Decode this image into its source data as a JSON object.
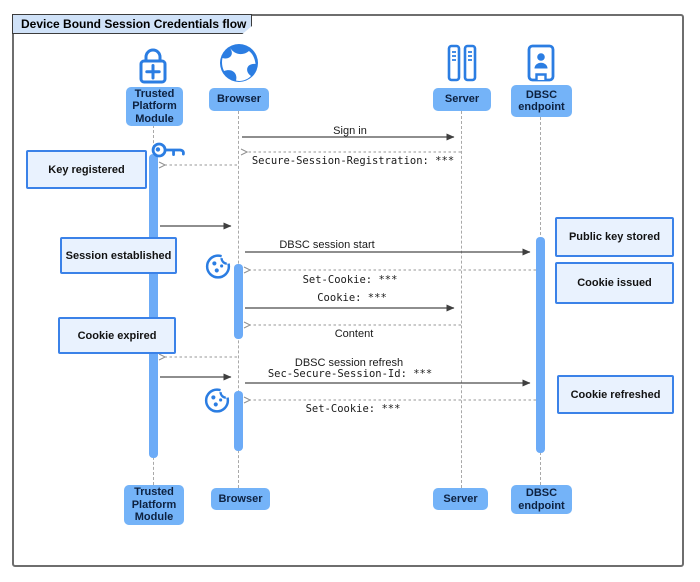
{
  "title": "Device Bound Session Credentials flow",
  "actors": {
    "tpm": "Trusted Platform Module",
    "browser": "Browser",
    "server": "Server",
    "dbsc": "DBSC endpoint"
  },
  "icons": {
    "tpm": "lock-plus-icon",
    "browser": "globe-icon",
    "server": "server-racks-icon",
    "dbsc": "id-badge-icon",
    "key": "key-icon",
    "cookie": "cookie-icon"
  },
  "messages": {
    "sign_in": "Sign in",
    "secure_session_registration": "Secure-Session-Registration: ***",
    "dbsc_session_start": "DBSC session start",
    "set_cookie_1": "Set-Cookie: ***",
    "cookie": "Cookie: ***",
    "content": "Content",
    "dbsc_session_refresh": "DBSC session refresh",
    "sec_secure_session_id": "Sec-Secure-Session-Id: ***",
    "set_cookie_2": "Set-Cookie: ***"
  },
  "notes": {
    "key_registered": "Key registered",
    "session_established": "Session established",
    "cookie_expired": "Cookie expired",
    "public_key_stored": "Public key stored",
    "cookie_issued": "Cookie issued",
    "cookie_refreshed": "Cookie refreshed"
  },
  "colors": {
    "actor_box": "#74b3f8",
    "note_fill": "#e9f2fe",
    "note_border": "#3b82e8",
    "icon_blue": "#2b7de2",
    "activation": "#6cabf7",
    "title_fill": "#d0e2f8"
  }
}
